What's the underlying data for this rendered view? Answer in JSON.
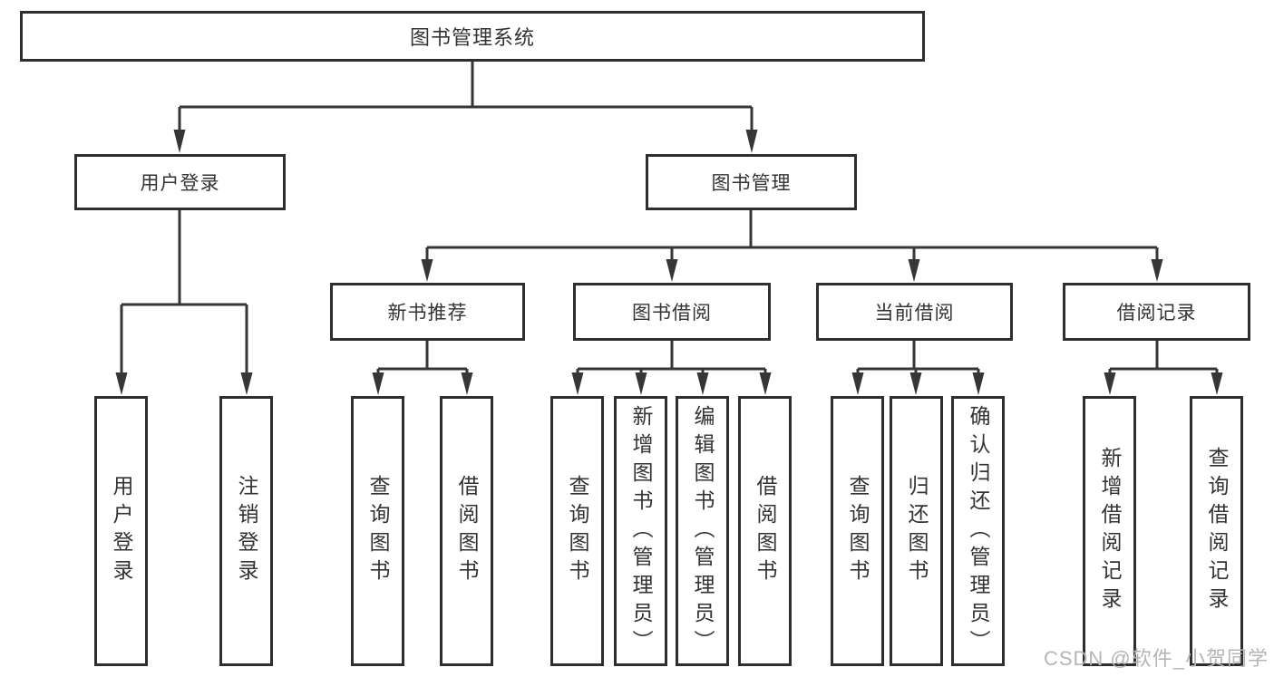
{
  "diagram": {
    "root": {
      "label": "图书管理系统"
    },
    "level2": [
      {
        "label": "用户登录"
      },
      {
        "label": "图书管理"
      }
    ],
    "level3": [
      {
        "label": "新书推荐"
      },
      {
        "label": "图书借阅"
      },
      {
        "label": "当前借阅"
      },
      {
        "label": "借阅记录"
      }
    ],
    "leaves": {
      "user_login": [
        "用户登录",
        "注销登录"
      ],
      "new_book": [
        "查询图书",
        "借阅图书"
      ],
      "book_borrow": [
        "查询图书",
        "新增图书（管理员）",
        "编辑图书（管理员）",
        "借阅图书"
      ],
      "current_borrow": [
        "查询图书",
        "归还图书",
        "确认归还（管理员）"
      ],
      "records": [
        "新增借阅记录",
        "查询借阅记录"
      ]
    }
  },
  "watermark": "CSDN @软件_小贺同学",
  "colors": {
    "line": "#363636",
    "box_border": "#2e2e2e",
    "text": "#333333",
    "background": "#ffffff",
    "watermark": "#b5b5b5"
  }
}
